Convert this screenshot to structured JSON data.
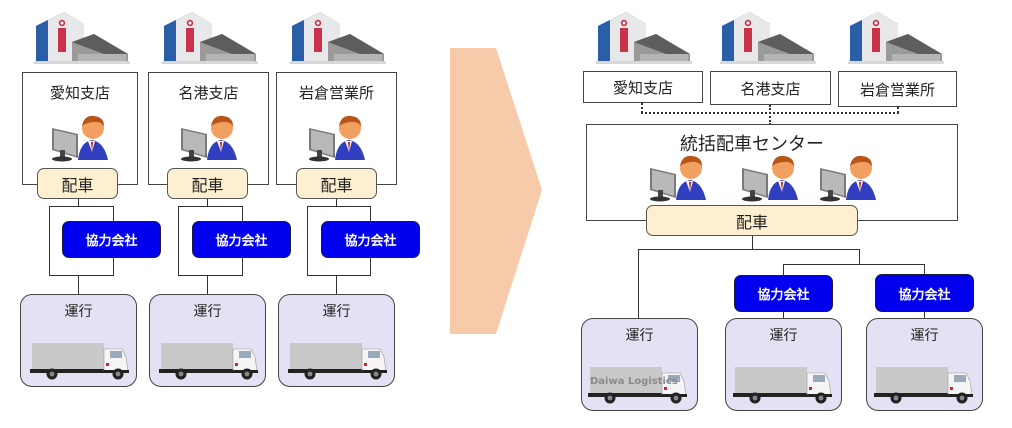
{
  "before": {
    "branches": [
      {
        "name": "愛知支店",
        "dispatch_label": "配車",
        "partner_label": "協力会社",
        "operation_label": "運行"
      },
      {
        "name": "名港支店",
        "dispatch_label": "配車",
        "partner_label": "協力会社",
        "operation_label": "運行"
      },
      {
        "name": "岩倉営業所",
        "dispatch_label": "配車",
        "partner_label": "協力会社",
        "operation_label": "運行"
      }
    ]
  },
  "transition_arrow": {
    "icon": "chevron-right-arrow-icon",
    "color": "#f7cba9"
  },
  "after": {
    "branches": [
      {
        "name": "愛知支店"
      },
      {
        "name": "名港支店"
      },
      {
        "name": "岩倉営業所"
      }
    ],
    "center": {
      "title": "統括配車センター",
      "dispatcher_count": 3,
      "dispatch_label": "配車"
    },
    "partners": [
      {
        "label": "協力会社"
      },
      {
        "label": "協力会社"
      }
    ],
    "operations": [
      {
        "label": "運行",
        "truck_branding": "Daiwa Logistics"
      },
      {
        "label": "運行",
        "truck_branding": ""
      },
      {
        "label": "運行",
        "truck_branding": ""
      }
    ]
  },
  "colors": {
    "partner_blue": "#0000ee",
    "dispatch_fill": "#fdefcf",
    "operation_fill": "#e3e1f3",
    "arrow_fill": "#f7cba9"
  }
}
